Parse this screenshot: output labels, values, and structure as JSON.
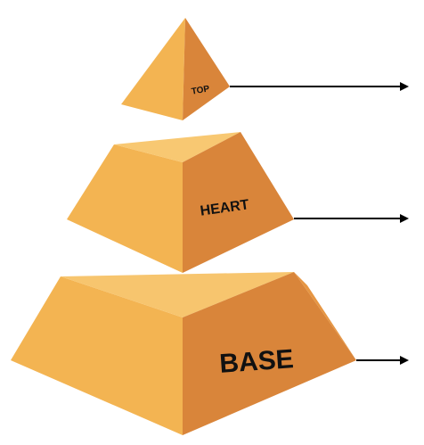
{
  "tiers": [
    {
      "id": "top",
      "label": "TOP"
    },
    {
      "id": "heart",
      "label": "HEART"
    },
    {
      "id": "base",
      "label": "BASE"
    }
  ],
  "colors": {
    "light_face": "#F5B95A",
    "top_face": "#F8C872",
    "mid_face": "#EFA548",
    "dark_face": "#D9853A",
    "edge": "#E7A04A",
    "arrow": "#000000",
    "label": "#111111"
  }
}
